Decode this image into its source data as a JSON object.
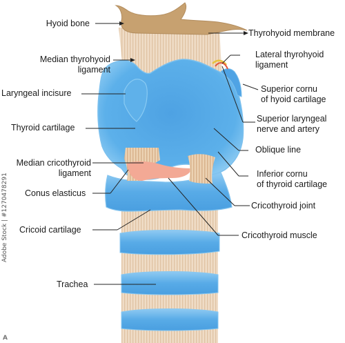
{
  "labels": {
    "hyoid_bone": "Hyoid bone",
    "thyrohyoid_membrane": "Thyrohyoid membrane",
    "median_thyrohyoid_ligament_1": "Median thyrohyoid",
    "median_thyrohyoid_ligament_2": "ligament",
    "lateral_thyrohyoid_ligament_1": "Lateral thyrohyoid",
    "lateral_thyrohyoid_ligament_2": "ligament",
    "laryngeal_incisure": "Laryngeal incisure",
    "superior_cornu_1": "Superior cornu",
    "superior_cornu_2": "of hyoid cartilage",
    "thyroid_cartilage": "Thyroid cartilage",
    "superior_laryngeal_1": "Superior laryngeal",
    "superior_laryngeal_2": "nerve and artery",
    "oblique_line": "Oblique line",
    "median_cricothyroid_1": "Median cricothyroid",
    "median_cricothyroid_2": "ligament",
    "inferior_cornu_1": "Inferior cornu",
    "inferior_cornu_2": "of thyroid cartilage",
    "conus_elasticus": "Conus elasticus",
    "cricothyroid_joint": "Cricothyroid joint",
    "cricoid_cartilage": "Cricoid cartilage",
    "cricothyroid_muscle": "Cricothyroid muscle",
    "trachea": "Trachea"
  },
  "watermark": {
    "side_id": "Adobe Stock | #1270478291",
    "corner_logo": "A"
  },
  "colors": {
    "bone": "#c9a574",
    "membrane": "#f0dcc4",
    "cartilage": "#5aa9e6",
    "cartilage_dark": "#3d8fd4",
    "muscle": "#f2a58e",
    "ligament_stripes": "#e9c8a6",
    "leader": "#222222"
  }
}
